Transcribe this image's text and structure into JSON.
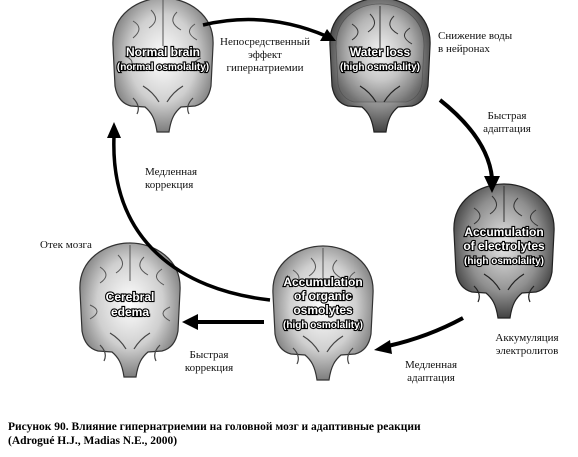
{
  "brains": {
    "normal": {
      "line1": "Normal brain",
      "line2": "(normal osmolality)"
    },
    "water_loss": {
      "line1": "Water loss",
      "line2": "(high osmolality)"
    },
    "electrolytes": {
      "line1": "Accumulation",
      "line2": "of electrolytes",
      "line3": "(high osmolality)"
    },
    "osmolytes": {
      "line1": "Accumulation",
      "line2": "of organic",
      "line3": "osmolytes",
      "line4": "(high osmolality)"
    },
    "edema": {
      "line1": "Cerebral",
      "line2": "edema"
    }
  },
  "annotations": {
    "direct_effect": [
      "Непосредственный",
      "эффект",
      "гипернатриемии"
    ],
    "water_decrease": [
      "Снижение воды",
      "в нейронах"
    ],
    "fast_adaptation": [
      "Быстрая",
      "адаптация"
    ],
    "slow_correction": [
      "Медленная",
      "коррекция"
    ],
    "brain_edema": "Отек мозга",
    "electrolyte_accumulation": [
      "Аккумуляция",
      "электролитов"
    ],
    "slow_adaptation": [
      "Медленная",
      "адаптация"
    ],
    "fast_correction": [
      "Быстрая",
      "коррекция"
    ]
  },
  "caption": {
    "line1": "Рисунок 90. Влияние гипернатриемии на головной мозг и адаптивные реакции",
    "line2": "(Adrogué H.J., Madias N.E., 2000)"
  },
  "colors": {
    "arrow": "#000000",
    "text": "#111111",
    "brain_fill": "#b8b8b8"
  }
}
